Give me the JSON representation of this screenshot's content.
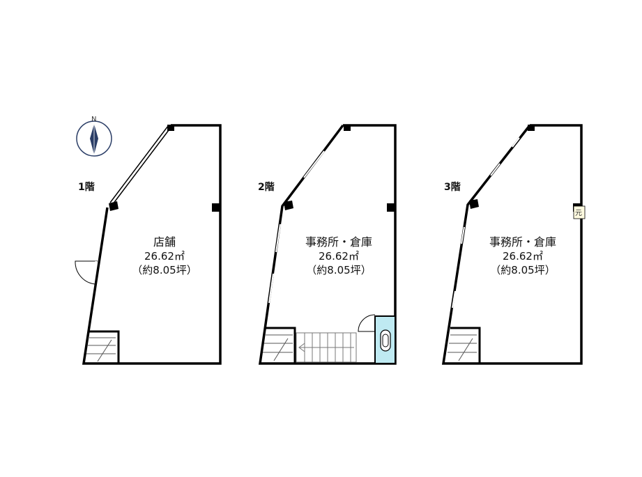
{
  "compass": {
    "north_label": "N"
  },
  "floors": [
    {
      "label": "1階",
      "room_name": "店舗",
      "area": "26.62㎡",
      "tsubo": "（約8.05坪）"
    },
    {
      "label": "2階",
      "room_name": "事務所・倉庫",
      "area": "26.62㎡",
      "tsubo": "（約8.05坪）"
    },
    {
      "label": "3階",
      "room_name": "事務所・倉庫",
      "area": "26.62㎡",
      "tsubo": "（約8.05坪）"
    }
  ],
  "meter_mark": "元"
}
